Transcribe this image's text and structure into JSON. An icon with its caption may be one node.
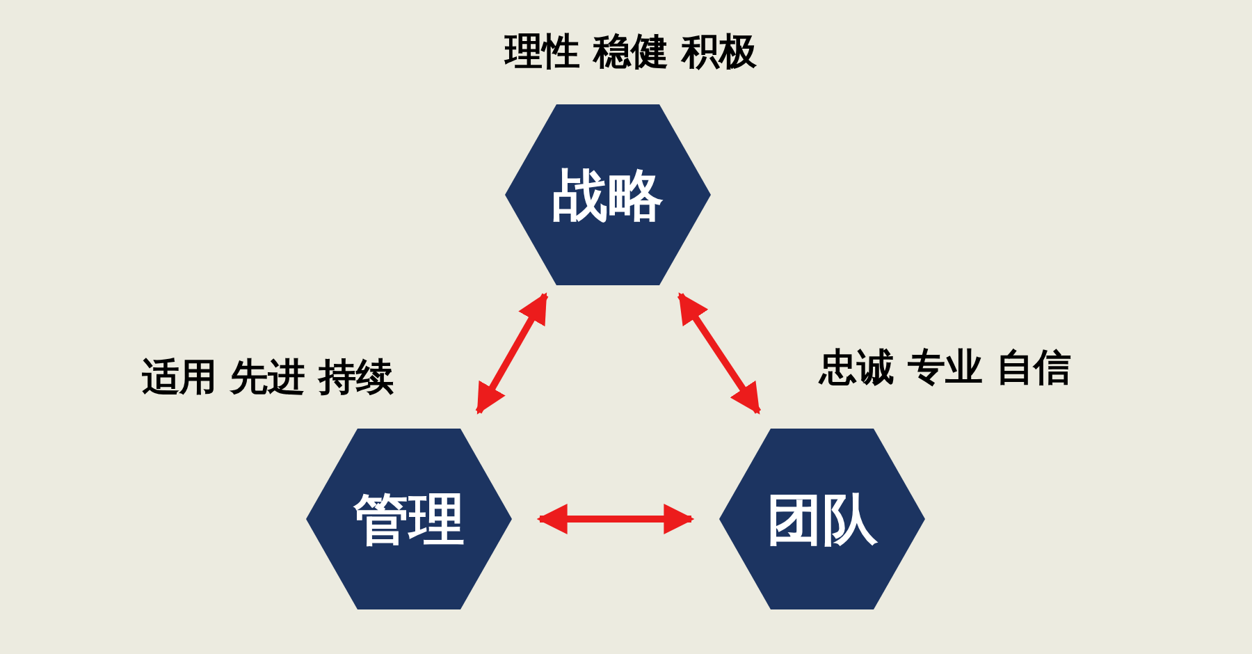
{
  "diagram": {
    "nodes": [
      {
        "text": [
          "战略"
        ],
        "beside": [
          "理性 稳健 积极"
        ]
      },
      {
        "text": [
          "管理"
        ],
        "beside": [
          "适用 先进 持续"
        ]
      },
      {
        "text": [
          "团队"
        ],
        "beside": [
          "忠诚 专业 自信"
        ]
      }
    ],
    "edges": [
      {
        "from": 0,
        "to": 1,
        "arrow": "both"
      },
      {
        "from": 0,
        "to": 2,
        "arrow": "both"
      },
      {
        "from": 1,
        "to": 2,
        "arrow": "both"
      }
    ]
  }
}
